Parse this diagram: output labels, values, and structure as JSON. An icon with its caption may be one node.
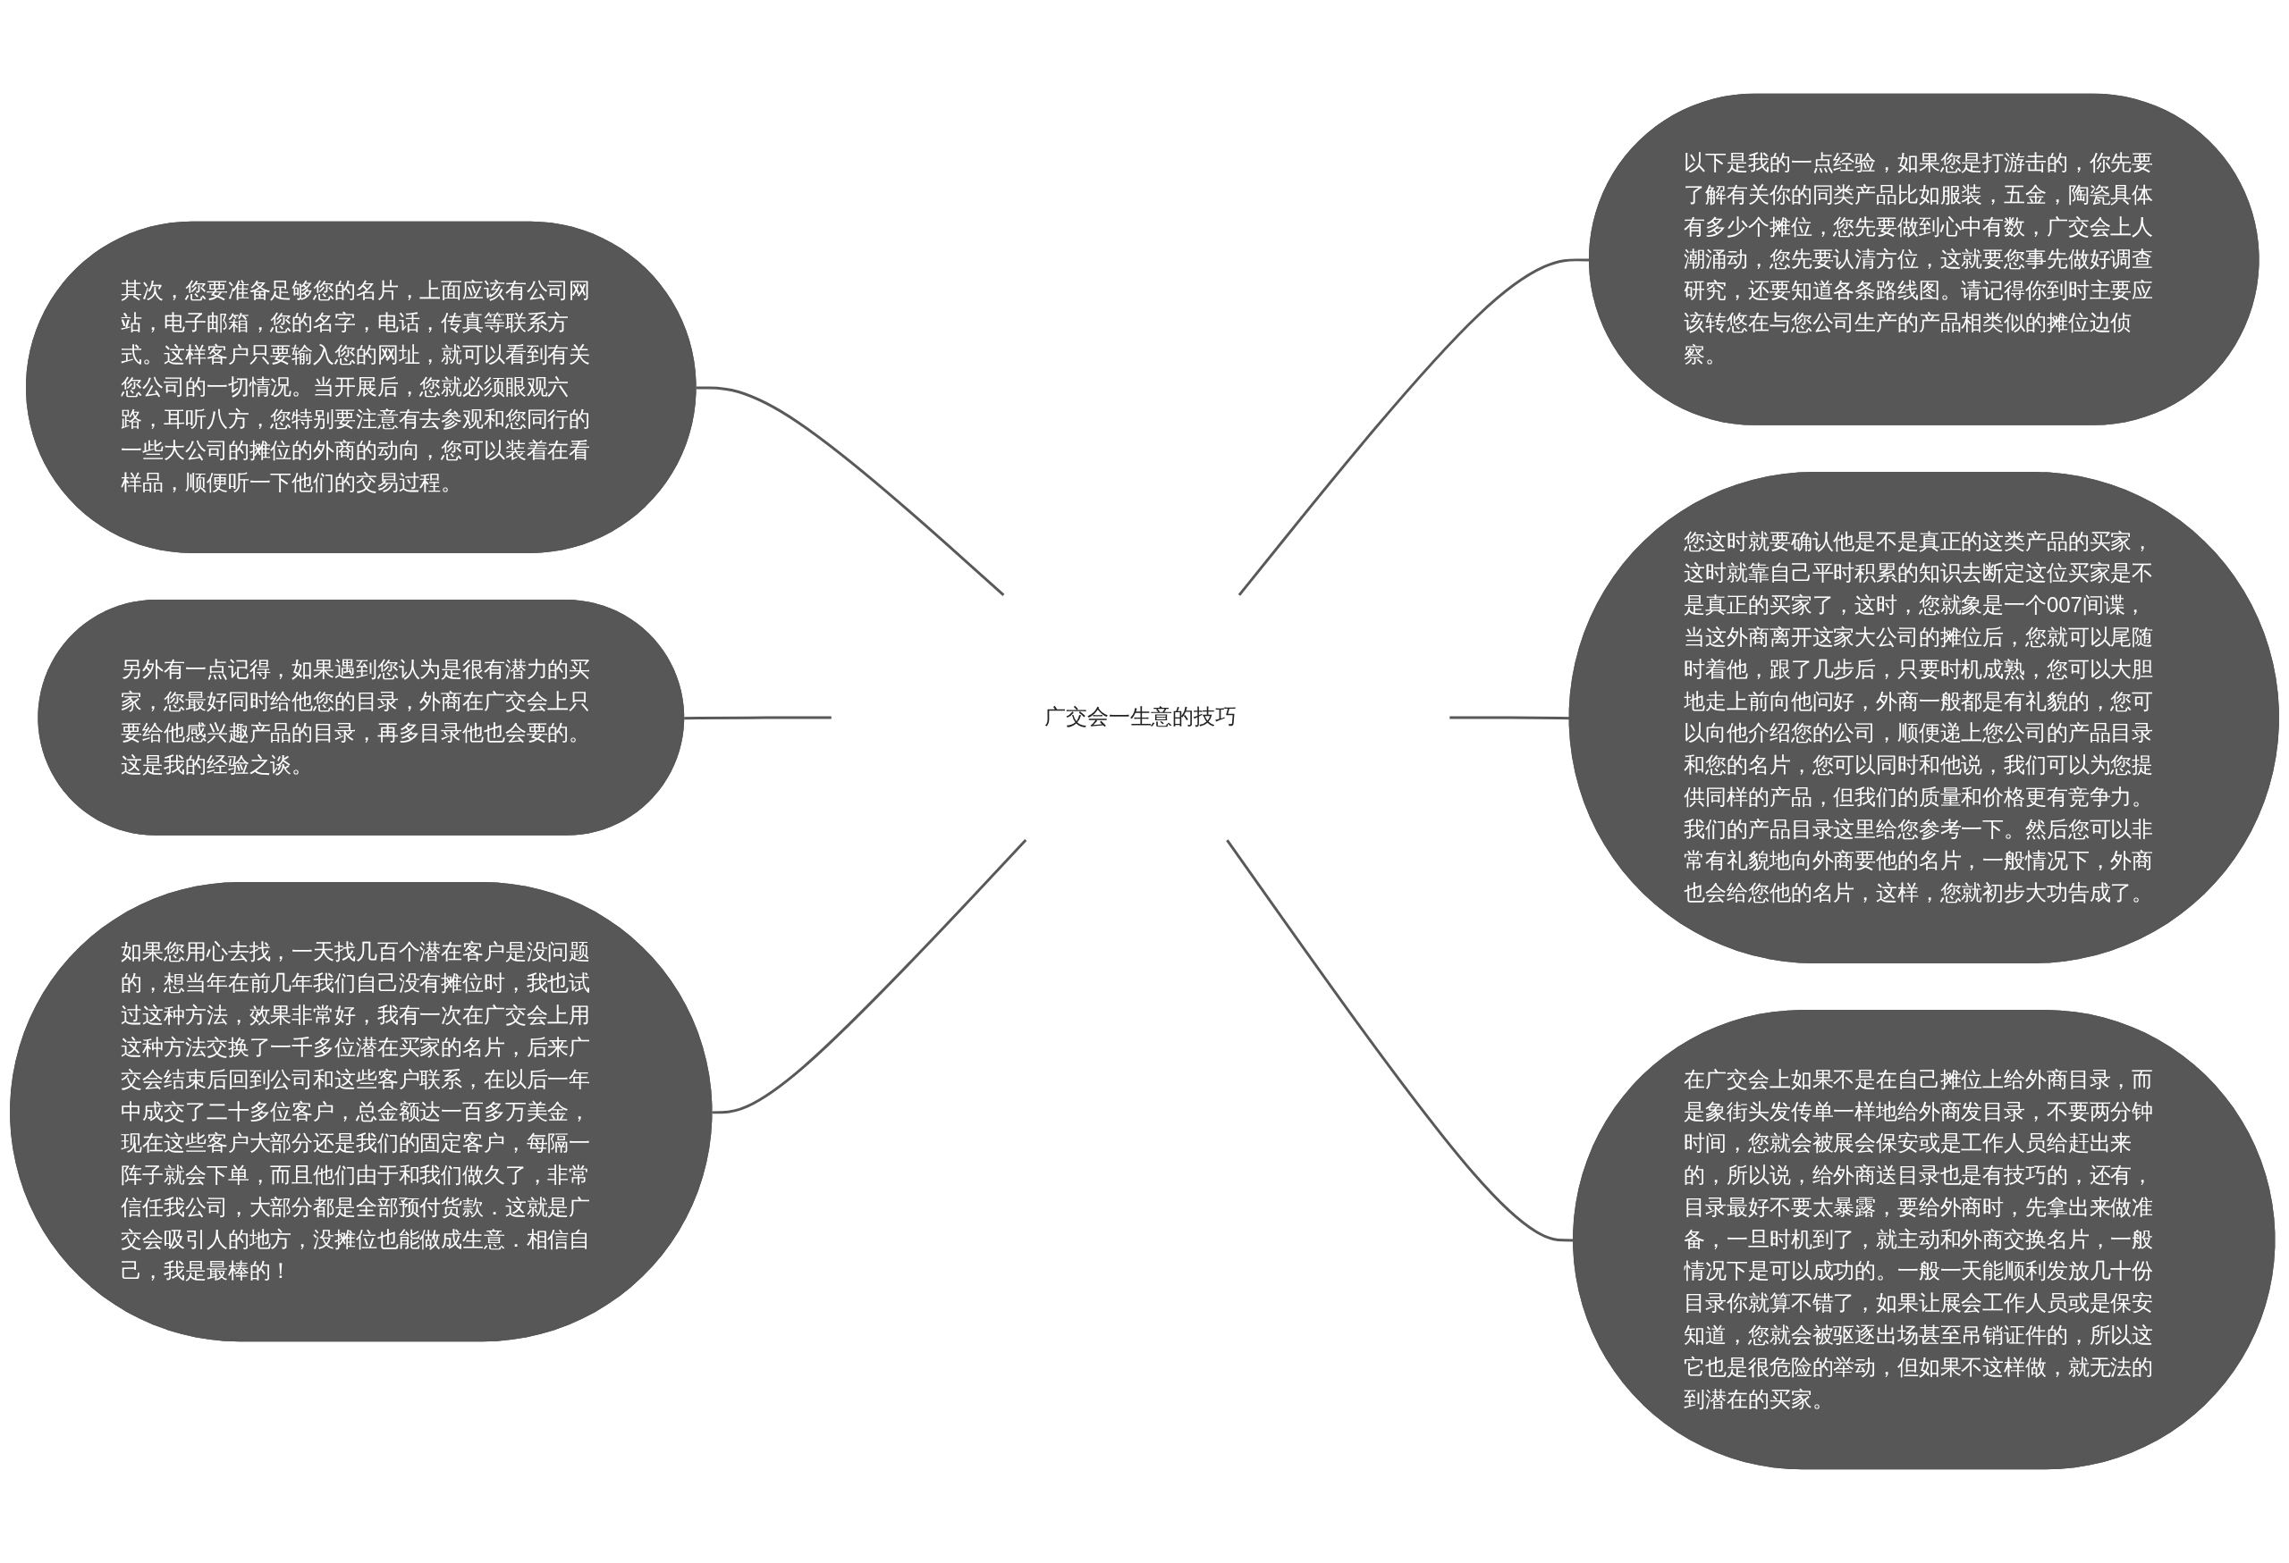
{
  "diagram": {
    "nodes": [
      {
        "text": [
          "广交会一生意的技巧"
        ]
      },
      {
        "text": [
          "以下是我的一点经验，如果您是打游击的，你先要了解有关你的同类产品比如服装，五金，陶瓷具体有多少个摊位，您先要做到心中有数，广交会上人潮涌动，您先要认清方位，这就要您事先做好调查研究，还要知道各条路线图。请记得你到时主要应该转悠在与您公司生产的产品相类似的摊位边侦察。"
        ]
      },
      {
        "text": [
          "您这时就要确认他是不是真正的这类产品的买家，这时就靠自己平时积累的知识去断定这位买家是不是真正的买家了，这时，您就象是一个007间谍，当这外商离开这家大公司的摊位后，您就可以尾随时着他，跟了几步后，只要时机成熟，您可以大胆地走上前向他问好，外商一般都是有礼貌的，您可以向他介绍您的公司，顺便递上您公司的产品目录和您的名片，您可以同时和他说，我们可以为您提供同样的产品，但我们的质量和价格更有竞争力。我们的产品目录这里给您参考一下。然后您可以非常有礼貌地向外商要他的名片，一般情况下，外商也会给您他的名片，这样，您就初步大功告成了。"
        ]
      },
      {
        "text": [
          "在广交会上如果不是在自己摊位上给外商目录，而是象街头发传单一样地给外商发目录，不要两分钟时间，您就会被展会保安或是工作人员给赶出来的，所以说，给外商送目录也是有技巧的，还有，目录最好不要太暴露，要给外商时，先拿出来做准备，一旦时机到了，就主动和外商交换名片，一般情况下是可以成功的。一般一天能顺利发放几十份目录你就算不错了，如果让展会工作人员或是保安知道，您就会被驱逐出场甚至吊销证件的，所以这它也是很危险的举动，但如果不这样做，就无法的到潜在的买家。"
        ]
      },
      {
        "text": [
          "其次，您要准备足够您的名片，上面应该有公司网站，电子邮箱，您的名字，电话，传真等联系方式。这样客户只要输入您的网址，就可以看到有关您公司的一切情况。当开展后，您就必须眼观六路，耳听八方，您特别要注意有去参观和您同行的一些大公司的摊位的外商的动向，您可以装着在看样品，顺便听一下他们的交易过程。"
        ]
      },
      {
        "text": [
          "另外有一点记得，如果遇到您认为是很有潜力的买家，您最好同时给他您的目录，外商在广交会上只要给他感兴趣产品的目录，再多目录他也会要的。这是我的经验之谈。"
        ]
      },
      {
        "text": [
          "如果您用心去找，一天找几百个潜在客户是没问题的，想当年在前几年我们自己没有摊位时，我也试过这种方法，效果非常好，我有一次在广交会上用这种方法交换了一千多位潜在买家的名片，后来广交会结束后回到公司和这些客户联系，在以后一年中成交了二十多位客户，总金额达一百多万美金，现在这些客户大部分还是我们的固定客户，每隔一阵子就会下单，而且他们由于和我们做久了，非常信任我公司，大部分都是全部预付货款．这就是广交会吸引人的地方，没摊位也能做成生意．相信自己，我是最棒的！"
        ]
      }
    ],
    "edges": [
      {
        "from": 0,
        "to": 1,
        "arrow": "none"
      },
      {
        "from": 0,
        "to": 2,
        "arrow": "none"
      },
      {
        "from": 0,
        "to": 3,
        "arrow": "none"
      },
      {
        "from": 4,
        "to": 0,
        "arrow": "none"
      },
      {
        "from": 5,
        "to": 0,
        "arrow": "none"
      },
      {
        "from": 6,
        "to": 0,
        "arrow": "none"
      }
    ]
  }
}
